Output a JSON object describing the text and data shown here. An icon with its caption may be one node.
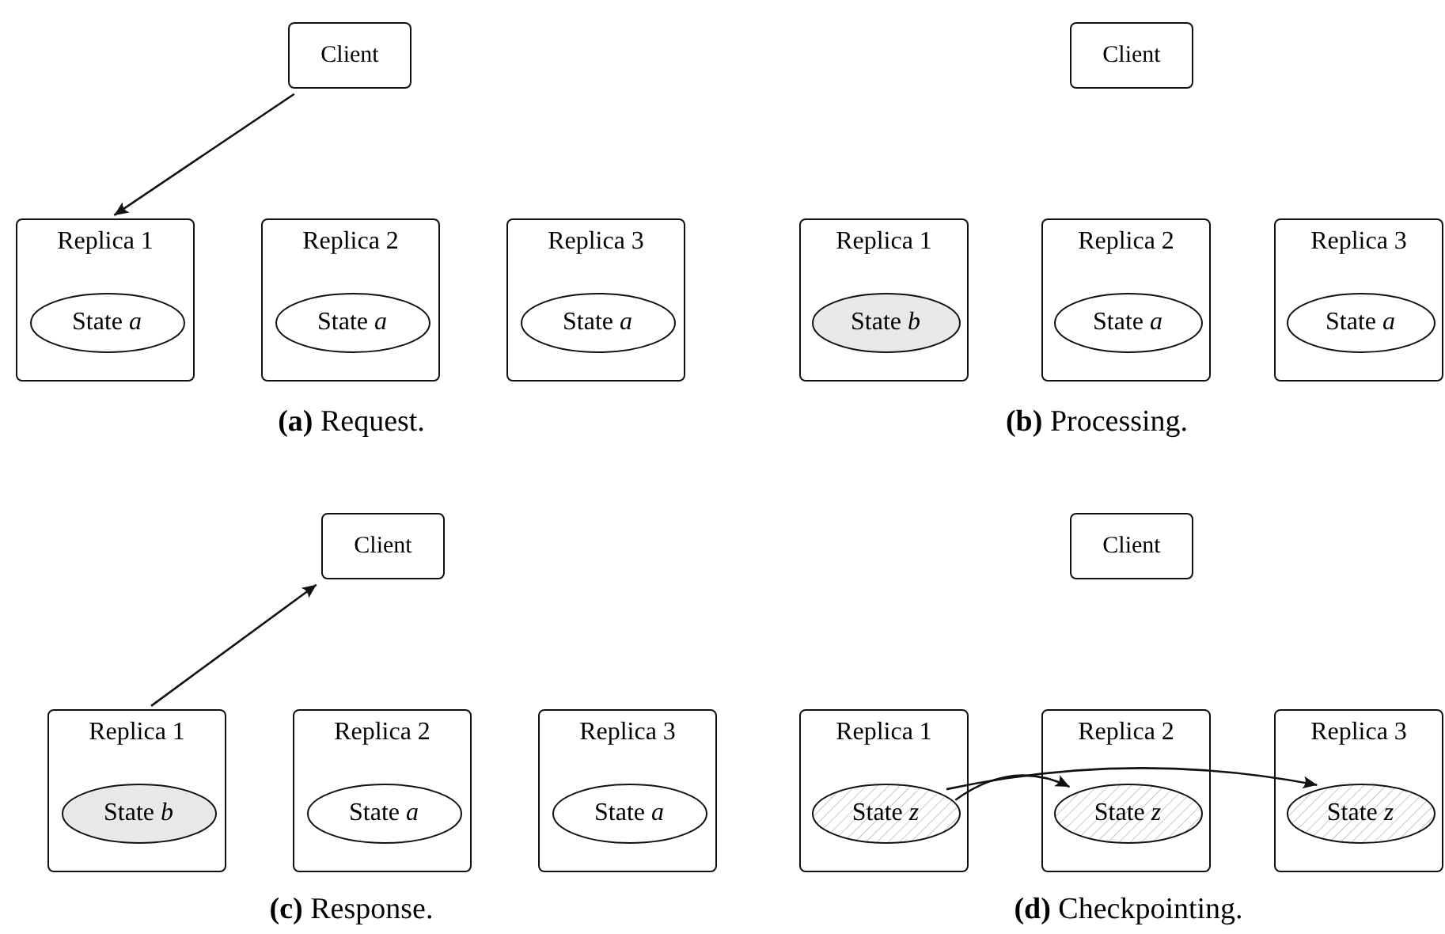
{
  "diagram": {
    "nodes": [
      {
        "text": [
          "Client"
        ]
      },
      {
        "text": [
          "Replica 1"
        ]
      },
      {
        "text": [
          "State *a*"
        ],
        "in": 1
      },
      {
        "text": [
          "Replica 2"
        ]
      },
      {
        "text": [
          "State *a*"
        ],
        "in": 3
      },
      {
        "text": [
          "Replica 3"
        ]
      },
      {
        "text": [
          "State *a*"
        ],
        "in": 5
      },
      {
        "text": [
          "Client"
        ]
      },
      {
        "text": [
          "Replica 1"
        ]
      },
      {
        "text": [
          "State *b*"
        ],
        "in": 8
      },
      {
        "text": [
          "Replica 2"
        ]
      },
      {
        "text": [
          "State *a*"
        ],
        "in": 10
      },
      {
        "text": [
          "Replica 3"
        ]
      },
      {
        "text": [
          "State *a*"
        ],
        "in": 12
      },
      {
        "text": [
          "Client"
        ]
      },
      {
        "text": [
          "Replica 1"
        ]
      },
      {
        "text": [
          "State *b*"
        ],
        "in": 15
      },
      {
        "text": [
          "Replica 2"
        ]
      },
      {
        "text": [
          "State *a*"
        ],
        "in": 17
      },
      {
        "text": [
          "Replica 3"
        ]
      },
      {
        "text": [
          "State *a*"
        ],
        "in": 19
      },
      {
        "text": [
          "Client"
        ]
      },
      {
        "text": [
          "Replica 1"
        ]
      },
      {
        "text": [
          "State *z*"
        ],
        "in": 22
      },
      {
        "text": [
          "Replica 2"
        ]
      },
      {
        "text": [
          "State *z*"
        ],
        "in": 24
      },
      {
        "text": [
          "Replica 3"
        ]
      },
      {
        "text": [
          "State *z*"
        ],
        "in": 26
      }
    ],
    "edges": [
      {
        "from": 0,
        "to": 1,
        "arrow": "to"
      },
      {
        "from": 15,
        "to": 14,
        "arrow": "to"
      },
      {
        "from": 23,
        "to": 25,
        "arrow": "to"
      },
      {
        "from": 23,
        "to": 27,
        "arrow": "to"
      }
    ],
    "labels": [
      "**(a)** Request.",
      "**(b)** Processing.",
      "**(c)** Response.",
      "**(d)** Checkpointing."
    ]
  }
}
